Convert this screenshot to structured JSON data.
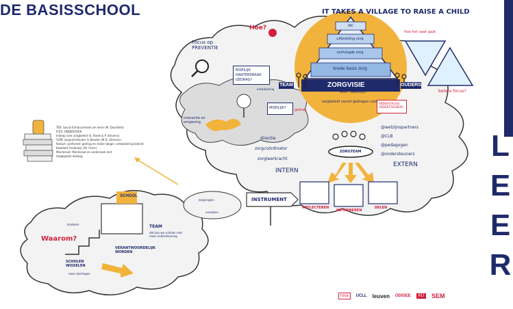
{
  "title": "DE BASISSCHOOL",
  "side_letters": [
    "L",
    "E",
    "E",
    "R"
  ],
  "village": {
    "banner": "IT TAKES A VILLAGE TO RAISE A CHILD",
    "pyramid_levels": [
      "IAC",
      "uitbreiding zorg",
      "verhoogde zorg",
      "brede basis zorg"
    ],
    "zorgvisie": "ZORGVISIE",
    "zorgvisie_sub": "KANS · ONDERWIJS",
    "zorgbeleid": "zorgbeleid vanuit gedragen visie",
    "team_tag": "TEAM",
    "ouders_tag": "OUDERS"
  },
  "left_cloud": {
    "focus": "Focus op PREVENTIE",
    "hoe": "Hoe?",
    "moeilijk": "MOEILIJK HANTEERBAAR GEDRAG?",
    "interactie": "interactie en omgeving",
    "moeilijk2": "MOEILIJK?",
    "ontwikkeling": "ontwikkeling",
    "gedrag": "gedrag"
  },
  "zorgteam": {
    "label": "ZORGTEAM",
    "intern_label": "INTERN",
    "extern_label": "EXTERN",
    "intern": [
      "directie",
      "zorgcoördinator",
      "zorgleerkracht"
    ],
    "extern": [
      "@welzijnspartners",
      "@CLB",
      "@pedagogen",
      "@ondersteuners"
    ],
    "spotlight": "ANDERSTALIGE ONDERSTEUNERS"
  },
  "actions": [
    "REFLECTEREN",
    "INFORMEREN",
    "DELEN"
  ],
  "right_triangles": {
    "question": "Hoe het vaak gaat",
    "answer": "betere focus?"
  },
  "bottom": {
    "waarom": "Waarom?",
    "school": "SCHOOL",
    "team": "TEAM",
    "team_note": "dat kan we scholen met meer ondersteuning",
    "scholen_wisselen": "SCHOLEN WISSELEN",
    "verantwoordelijk": "VERANTWOORDELIJK WORDEN",
    "instrument": "INSTRUMENT",
    "verwijzen": "verwijzen",
    "zorgvragen": "zorgvragen",
    "kinderen": "kinderen",
    "leerlingen": "meer leerlingen"
  },
  "notes": {
    "lines": [
      "TES: Social Enhancement om leren (M. Dearfield)",
      "ICES: ONDERZOEK",
      "Indeep over zorgbeleid (S. Roelk & P. Stevens)",
      "VZW: zorgcoördinator in Kleuter (M.D. Stevens)",
      "Redact: preferred: gedrag en matie (begin: ontwikkeling beleid)",
      "Kwaliteit Onderwijs (M. Ferer)",
      "Mentoraat: Mentoraat en onderzoek met",
      "toegepaste dialoog"
    ]
  },
  "logos": [
    "rosa",
    "UCLL",
    "leuven",
    "ODISEE",
    "KU",
    "SEM"
  ],
  "colors": {
    "navy": "#1f2a6b",
    "red": "#d21f3c",
    "yellow": "#f2b33d",
    "cloud_gray": "#e6e6e6",
    "blue_tier": "#9fc0e6"
  }
}
